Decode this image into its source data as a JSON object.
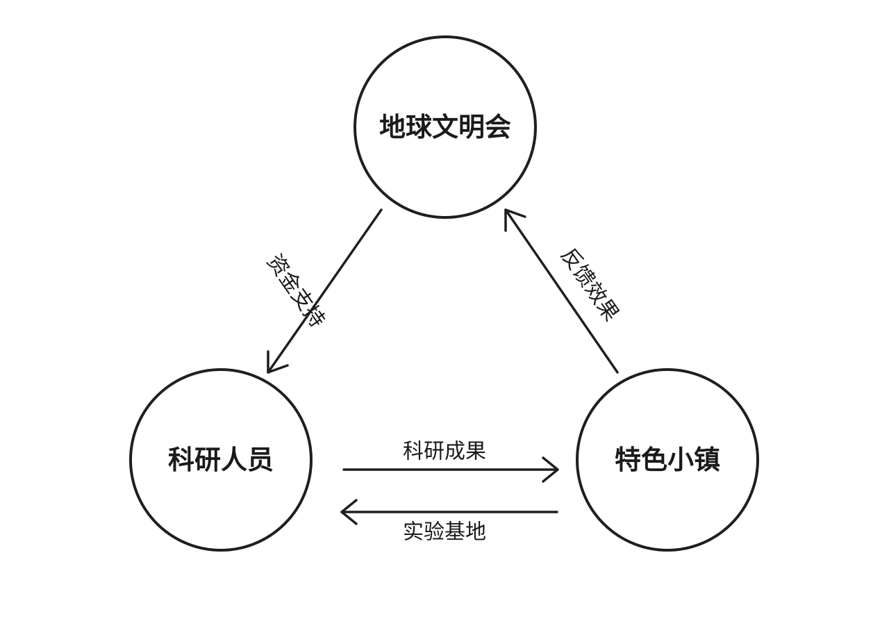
{
  "nodes": {
    "top": {
      "label": "地球文明会"
    },
    "left": {
      "label": "科研人员"
    },
    "right": {
      "label": "特色小镇"
    }
  },
  "edges": {
    "top_to_left": {
      "label": "资金支持"
    },
    "right_to_top": {
      "label": "反馈效果"
    },
    "left_to_right": {
      "label": "科研成果"
    },
    "right_to_left": {
      "label": "实验基地"
    }
  },
  "colors": {
    "stroke": "#1f1f1f",
    "text": "#1a1a1a",
    "background": "#ffffff"
  }
}
